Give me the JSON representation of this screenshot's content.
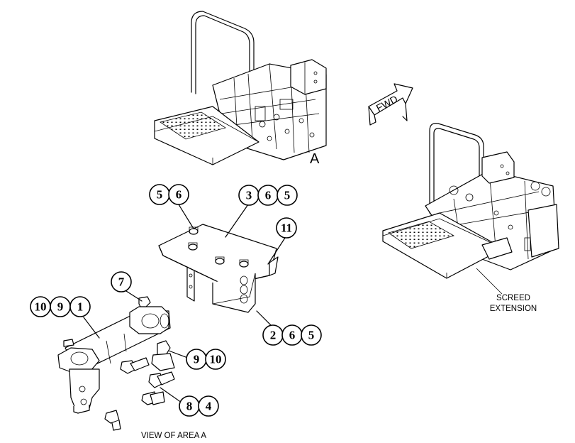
{
  "area_label": "A",
  "fwd_label": "FWD",
  "screed_label_line1": "SCREED",
  "screed_label_line2": "EXTENSION",
  "view_label": "VIEW OF AREA A",
  "callouts": {
    "c5a": "5",
    "c6a": "6",
    "c3": "3",
    "c6b": "6",
    "c5b": "5",
    "c11": "11",
    "c7": "7",
    "c10a": "10",
    "c9a": "9",
    "c1": "1",
    "c9b": "9",
    "c10b": "10",
    "c2": "2",
    "c6c": "6",
    "c5c": "5",
    "c8": "8",
    "c4": "4"
  },
  "colors": {
    "line": "#000000",
    "background": "#ffffff"
  }
}
